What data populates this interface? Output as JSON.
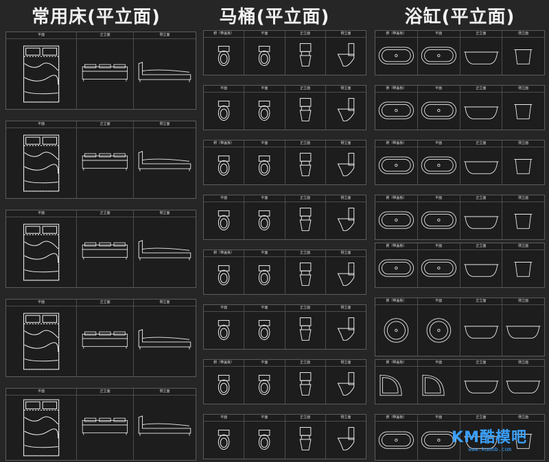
{
  "columns": [
    {
      "title": "常用床(平立面)"
    },
    {
      "title": "马桶(平立面)"
    },
    {
      "title": "浴缸(平立面)"
    }
  ],
  "bed_sheet_headers": [
    "平面",
    "正立面",
    "侧立面"
  ],
  "toilet_sheet_headers": [
    "平面",
    "平面",
    "正立面",
    "侧立面"
  ],
  "toilet_sheet_headers_alt": [
    "俯（带盖板）",
    "平面",
    "正立面",
    "侧立面"
  ],
  "bath_sheet_headers": [
    "俯（带盖板）",
    "平面",
    "正立面",
    "侧立面"
  ],
  "watermark": {
    "brand": "KM酷模吧",
    "url": "www.kumob.com"
  },
  "colors": {
    "background": "#262626",
    "line": "#ffffff",
    "watermark": "#3aa0ff"
  }
}
